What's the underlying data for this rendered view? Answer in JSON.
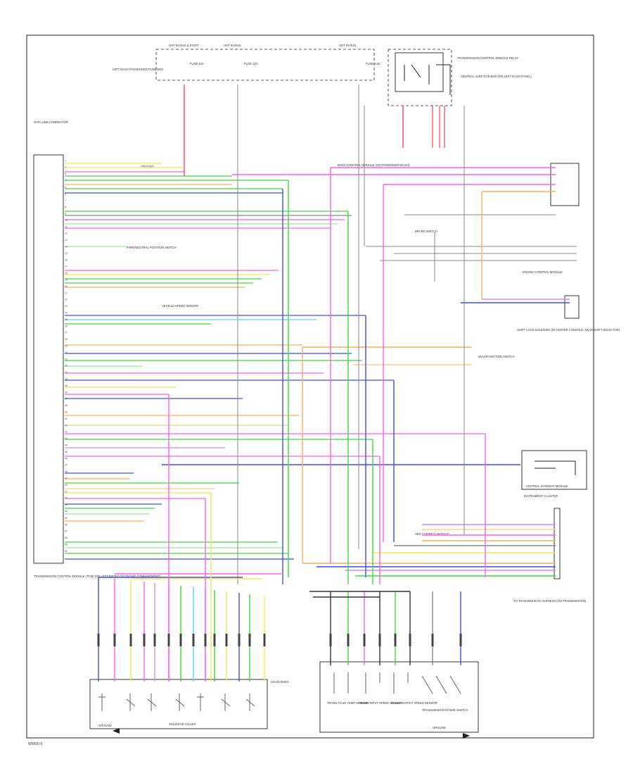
{
  "diagram": {
    "footer_code": "W0000-0",
    "labels": {
      "hot_run_start": "HOT IN RUN & START",
      "hot_run_left": "HOT IN RUN",
      "hot_run_right": "HOT IN RUN",
      "fuse_left": "FUSE 15A",
      "fuse_mid": "FUSE 10A",
      "fuse_right": "FUSE 7.5A",
      "passenger_fuse_box": "LEFT DASH PASSENGER FUSE BOX",
      "transmission_relay": "TRANSMISSION CONTROL MODULE RELAY",
      "junction_box": "CENTRAL JUNCTION BOX (ON LEFT DASH PANEL)",
      "diagnostic_connector": "DATA LINK CONNECTOR",
      "gnd_left_top": "GROUND",
      "body_control_module": "BODY CONTROL MODULE (ON PASSENGER DASH)",
      "park_neutral": "PARK/NEUTRAL POSITION SWITCH",
      "brake_switch": "BRAKE SWITCH",
      "ecm": "ENGINE CONTROL MODULE",
      "shift_lock": "SHIFT LOCK SOLENOID (IN CENTER CONSOLE, NEAR SHIFT SELECTOR)",
      "speed_sensor": "VEHICLE SPEED SENSOR",
      "instrument_cluster": "INSTRUMENT CLUSTER",
      "central_gateway": "CENTRAL GATEWAY MODULE",
      "multifunction_switch": "MULTIFUNCTION SWITCH",
      "abs_module": "ABS CONTROL MODULE",
      "tcm": "TRANSMISSION CONTROL MODULE (TCM) (ON LEFT FRONT OF ENGINE COMPARTMENT)",
      "solenoid_valves": "SOLENOID VALVES",
      "valve_body": "VALVE BODY",
      "trans_harness": "TO TRANSMISSION HARNESS (ON TRANSMISSION)",
      "sensor_1": "TRANS FLUID TEMP SENSOR",
      "sensor_2": "TRANS INPUT SPEED SENSOR",
      "sensor_3": "TRANS OUTPUT SPEED SENSOR",
      "range_switch": "TRANSMISSION RANGE SWITCH",
      "gnd_tcm": "GROUND",
      "gnd_valves": "GROUND"
    },
    "wire_colors": [
      "RED",
      "BLK",
      "BRN",
      "WHT",
      "YEL",
      "GRN",
      "BLU",
      "VIO",
      "PNK",
      "GRY",
      "ORN",
      "TAN"
    ]
  }
}
